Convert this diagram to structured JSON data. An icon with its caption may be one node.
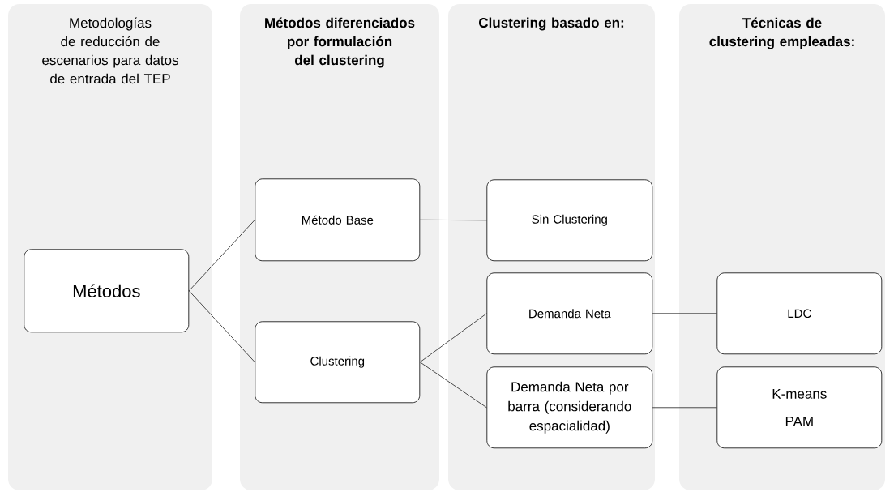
{
  "diagram": {
    "nodes": [
      {
        "text": [
          "Metodologías de reducción de escenarios para datos de entrada del TEP"
        ]
      },
      {
        "text": [
          "Métodos diferenciados por formulación del clustering"
        ]
      },
      {
        "text": [
          "**Clustering basado en**:"
        ]
      },
      {
        "text": [
          "Técnicas de clustering empleadas:"
        ]
      },
      {
        "text": [
          "Métodos"
        ],
        "in": 0
      },
      {
        "text": [
          "Método Base"
        ],
        "in": 1
      },
      {
        "text": [
          "Clustering"
        ],
        "in": 1
      },
      {
        "text": [
          "Sin Clustering"
        ],
        "in": 2
      },
      {
        "text": [
          "Demanda Neta"
        ],
        "in": 2
      },
      {
        "text": [
          "Demanda Neta por barra (considerando espacialidad)"
        ],
        "in": 2
      },
      {
        "text": [
          "LDC"
        ],
        "in": 3
      },
      {
        "text": [
          "K-means",
          "PAM"
        ],
        "in": 3
      }
    ],
    "edges": [
      {
        "from": 4,
        "to": 5,
        "arrow": "none"
      },
      {
        "from": 4,
        "to": 6,
        "arrow": "none"
      },
      {
        "from": 5,
        "to": 7,
        "arrow": "none"
      },
      {
        "from": 6,
        "to": 8,
        "arrow": "none"
      },
      {
        "from": 6,
        "to": 9,
        "arrow": "none"
      },
      {
        "from": 8,
        "to": 10,
        "arrow": "none"
      },
      {
        "from": 9,
        "to": 11,
        "arrow": "none"
      }
    ]
  }
}
